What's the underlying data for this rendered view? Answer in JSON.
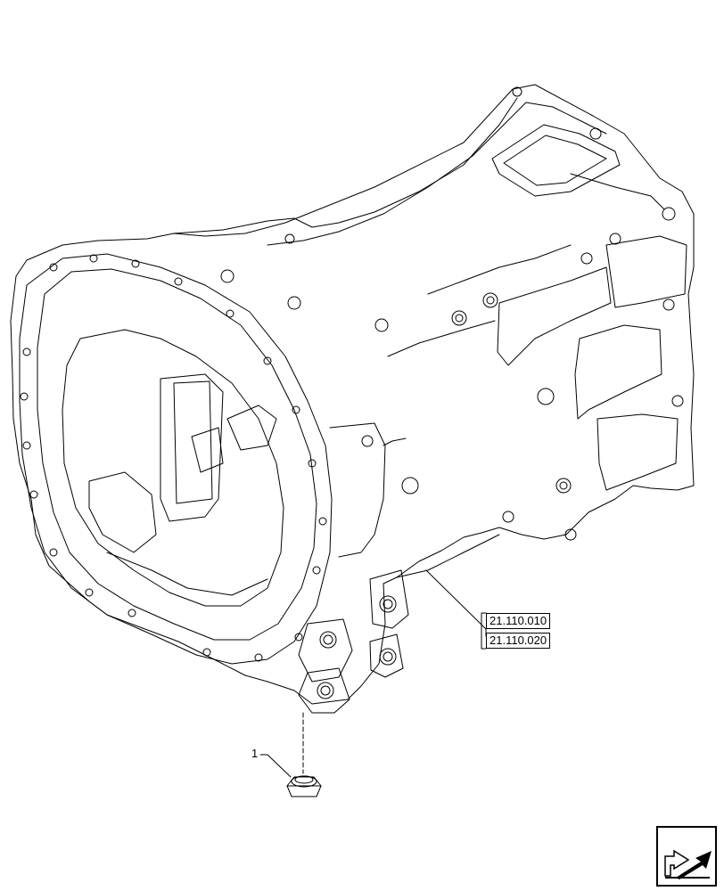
{
  "diagram": {
    "references": [
      {
        "label": "21.110.010"
      },
      {
        "label": "21.110.020"
      }
    ],
    "callouts": [
      {
        "label": "1"
      }
    ]
  },
  "navigation": {
    "icon": "arrow-back-icon"
  }
}
